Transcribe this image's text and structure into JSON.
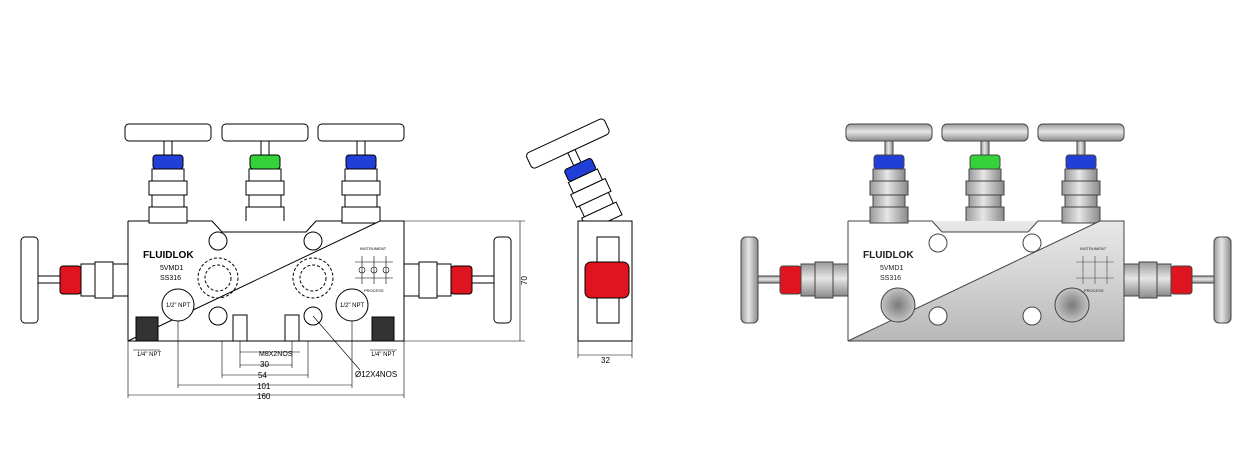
{
  "brand": "FLUIDLOK",
  "model": "5VMD1",
  "material": "SS316",
  "port_label": "1/2\" NPT",
  "schematic": {
    "top": "INSTRUMENT",
    "bottom": "PROCESS"
  },
  "dimensions": {
    "thread_left": "1/4\" NPT",
    "thread_right": "1/4\" NPT",
    "mount_thread": "M8X2NOS",
    "mount_holes": "Ø12X4NOS",
    "d30": "30",
    "d54": "54",
    "d101": "101",
    "d160": "160",
    "d70": "70",
    "d32": "32"
  },
  "colors": {
    "vent_valve": "#1f3fd6",
    "isolate_valve": "#35d13a",
    "drain_valve": "#e0141e",
    "body_render": "#d6d6d6"
  }
}
